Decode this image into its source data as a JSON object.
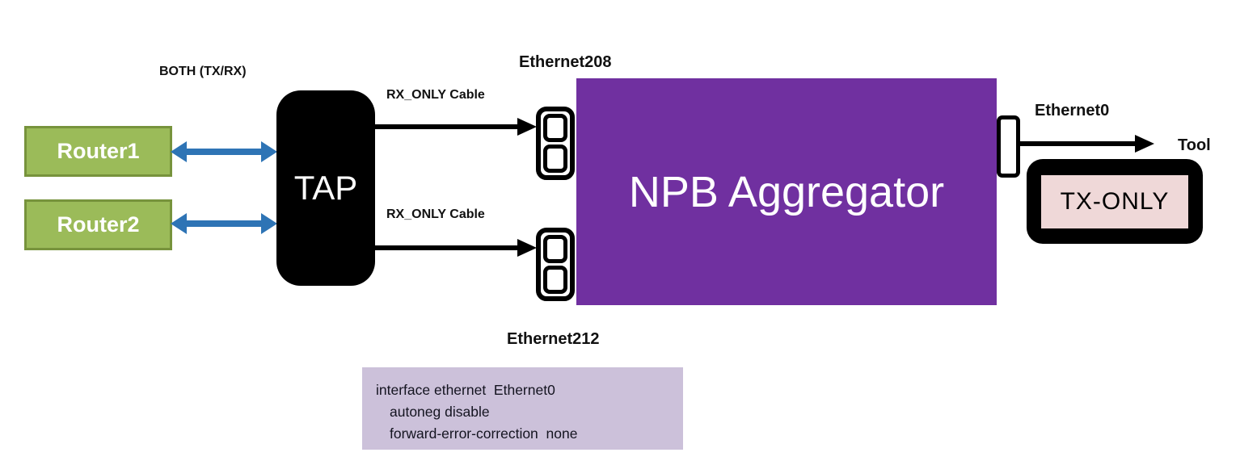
{
  "diagram": {
    "labels": {
      "both_txrx": "BOTH (TX/RX)",
      "rx_only_cable_top": "RX_ONLY Cable",
      "rx_only_cable_bottom": "RX_ONLY Cable",
      "ethernet208": "Ethernet208",
      "ethernet212": "Ethernet212",
      "ethernet0": "Ethernet0",
      "tool": "Tool"
    },
    "nodes": {
      "router1": "Router1",
      "router2": "Router2",
      "tap": "TAP",
      "npb_aggregator": "NPB Aggregator",
      "tx_only": "TX-ONLY"
    },
    "config_box": {
      "lines": [
        "interface ethernet  Ethernet0",
        "autoneg disable",
        "forward-error-correction  none"
      ]
    },
    "icons": [
      "port-connector-icon",
      "double-arrow-icon",
      "arrow-right-icon"
    ],
    "colors": {
      "router_fill": "#9BBB59",
      "router_border": "#77933C",
      "tap_fill": "#000000",
      "npb_fill": "#7030A0",
      "arrow_blue": "#2E74B5",
      "arrow_black": "#000000",
      "tx_only_fill": "#EFD8D8",
      "config_fill": "#CCC1DA",
      "label_text": "#111111"
    }
  }
}
